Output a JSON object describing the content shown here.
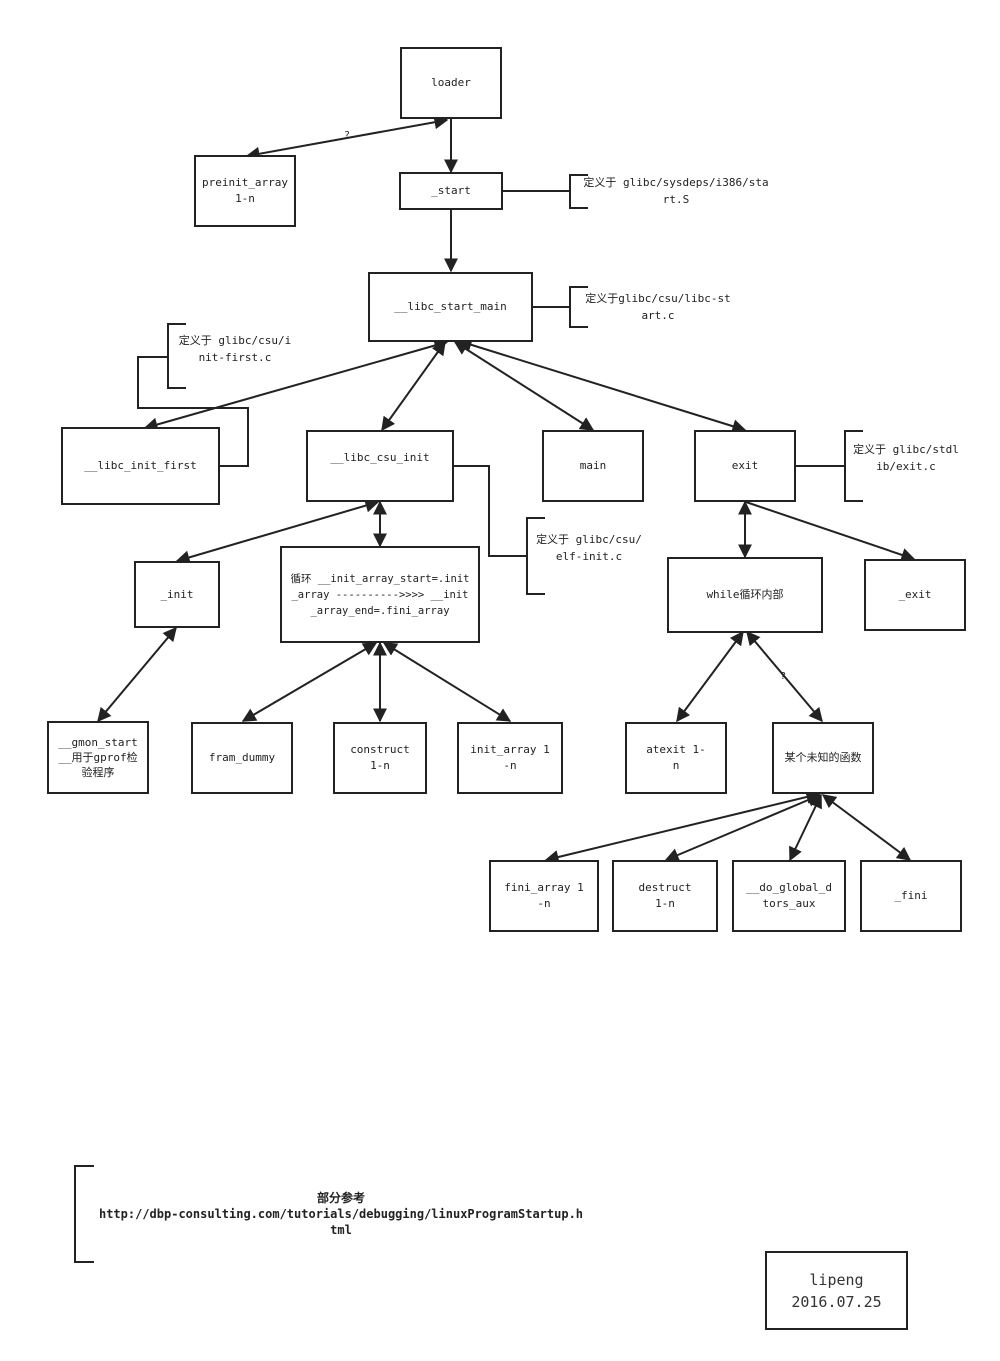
{
  "nodes": {
    "loader": "loader",
    "preinit_array": "preinit_array 1-n",
    "start": "_start",
    "libc_start_main": "__libc_start_main",
    "libc_init_first": "__libc_init_first",
    "libc_csu_init": "__libc_csu_init",
    "main": "main",
    "exit": "exit",
    "init": "_init",
    "loop": "循环 __init_array_start=.init_array ---------->>>> __init_array_end=.fini_array",
    "while_loop": "while循环内部",
    "exit2": "_exit",
    "gmon_start": "__gmon_start__用于gprof检验程序",
    "fram_dummy": "fram_dummy",
    "construct": "construct 1-n",
    "init_array": "init_array 1-n",
    "atexit": "atexit 1-n",
    "unknown_func": "某个未知的函数",
    "fini_array": "fini_array 1-n",
    "destruct": "destruct 1-n",
    "do_global_dtors": "__do_global_dtors_aux",
    "fini": "_fini"
  },
  "notes": {
    "start_def": "定义于 glibc/sysdeps/i386/start.S",
    "libc_start_main_def": "定义于glibc/csu/libc-start.c",
    "init_first_def": "定义于 glibc/csu/init-first.c",
    "exit_def": "定义于 glibc/stdlib/exit.c",
    "csu_init_def": "定义于 glibc/csu/elf-init.c"
  },
  "edge_labels": {
    "loader_preinit": "?",
    "while_unknown": "?"
  },
  "reference": {
    "title": "部分参考",
    "url": "http://dbp-consulting.com/tutorials/debugging/linuxProgramStartup.html"
  },
  "signature": {
    "author": "lipeng",
    "date": "2016.07.25"
  }
}
